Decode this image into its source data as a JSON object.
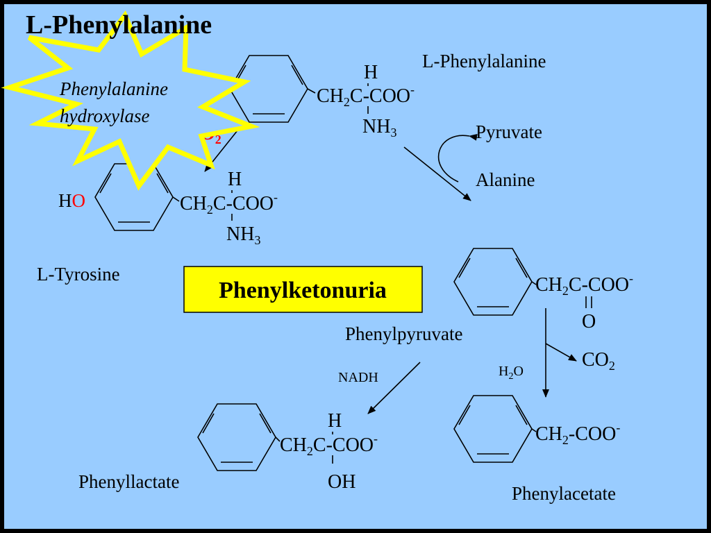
{
  "title": "L-Phenylalanine",
  "enzyme": {
    "line1": "Phenylalanine",
    "line2": "hydroxylase",
    "cofactor": "O",
    "cofactor_sub": "2"
  },
  "phenylalanine": {
    "label": "L-Phenylalanine",
    "h": "H",
    "ch": "CH",
    "sub2": "2",
    "c_coo": "C-COO",
    "charge": "-",
    "nh": "NH",
    "sub3": "3"
  },
  "transamination": {
    "substrate": "Pyruvate",
    "product": "Alanine"
  },
  "tyrosine": {
    "label": "L-Tyrosine",
    "ho_h": "H",
    "ho_o": "O",
    "h": "H",
    "ch": "CH",
    "sub2": "2",
    "c_coo": "C-COO",
    "charge": "-",
    "nh": "NH",
    "sub3": "3"
  },
  "disease_box": "Phenylketonuria",
  "phenylpyruvate": {
    "label": "Phenylpyruvate",
    "ch": "CH",
    "sub2": "2",
    "c_coo": "C-COO",
    "charge": "-",
    "o": "O"
  },
  "reduction": {
    "cofactor": "NADH"
  },
  "decarboxylation": {
    "h2o_h": "H",
    "h2o_sub": "2",
    "h2o_o": "O",
    "co": "CO",
    "co_sub": "2"
  },
  "phenyllactate": {
    "label": "Phenyllactate",
    "h": "H",
    "ch": "CH",
    "sub2": "2",
    "c_coo": "C-COO",
    "charge": "-",
    "oh": "OH"
  },
  "phenylacetate": {
    "label": "Phenylacetate",
    "ch": "CH",
    "sub2": "2",
    "coo": "-COO",
    "charge": "-"
  },
  "colors": {
    "background": "#99ccff",
    "frame": "#000000",
    "highlight": "#ffff00",
    "accent_red": "#ff0000",
    "text": "#000000"
  }
}
